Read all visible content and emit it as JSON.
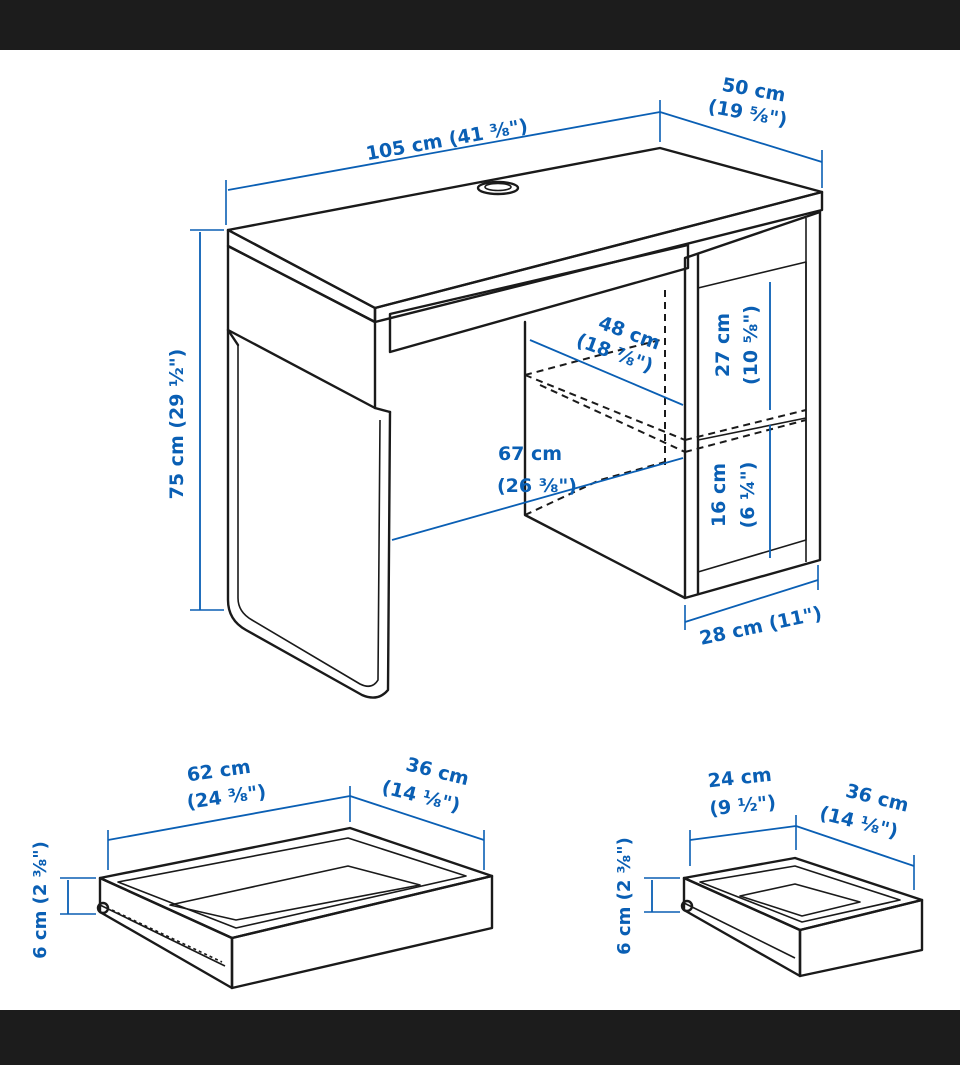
{
  "desk": {
    "width": {
      "metric": "105 cm",
      "imperial": "(41 ⅜\")"
    },
    "depth": {
      "metric": "50 cm",
      "imperial": "(19 ⅝\")"
    },
    "height": "75 cm (29 ½\")",
    "shelf_depth": {
      "metric": "48 cm",
      "imperial": "(18 ⅞\")"
    },
    "leg_space": {
      "metric": "67 cm",
      "imperial": "(26 ⅜\")"
    },
    "upper_compartment": {
      "metric": "27 cm",
      "imperial": "(10 ⅝\")"
    },
    "lower_compartment": {
      "metric": "16 cm",
      "imperial": "(6 ¼\")"
    },
    "cabinet_width": "28 cm (11\")"
  },
  "large_drawer": {
    "width": {
      "metric": "62 cm",
      "imperial": "(24 ⅜\")"
    },
    "depth": {
      "metric": "36 cm",
      "imperial": "(14 ⅛\")"
    },
    "height": "6 cm (2 ⅜\")"
  },
  "small_drawer": {
    "width": {
      "metric": "24 cm",
      "imperial": "(9 ½\")"
    },
    "depth": {
      "metric": "36 cm",
      "imperial": "(14 ⅛\")"
    },
    "height": "6 cm (2 ⅜\")"
  }
}
